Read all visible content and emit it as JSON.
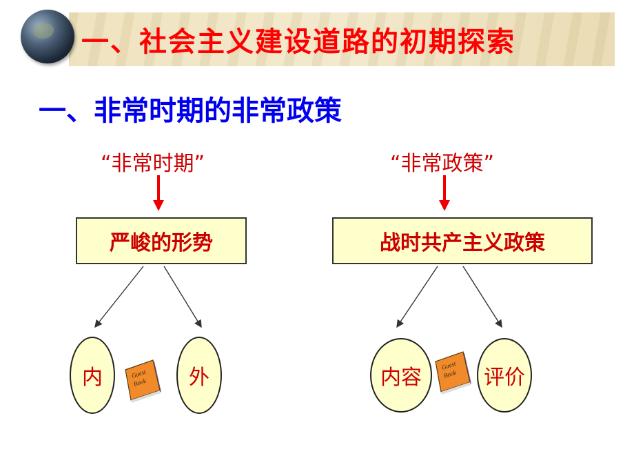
{
  "header": {
    "title": "一、社会主义建设道路的初期探索"
  },
  "section": {
    "title": "一、非常时期的非常政策"
  },
  "left": {
    "quote": "“非常时期”",
    "box_label": "严峻的形势",
    "oval_left": "内",
    "oval_right": "外"
  },
  "right": {
    "quote": "“非常政策”",
    "box_label": "战时共产主义政策",
    "oval_left": "内容",
    "oval_right": "评价"
  },
  "book": {
    "line1": "Guest",
    "line2": "Book"
  },
  "colors": {
    "title": "#ff0000",
    "section": "#0000ee",
    "text": "#cc0000",
    "box_fill": "#ffffcc",
    "book": "#f08a2a"
  }
}
